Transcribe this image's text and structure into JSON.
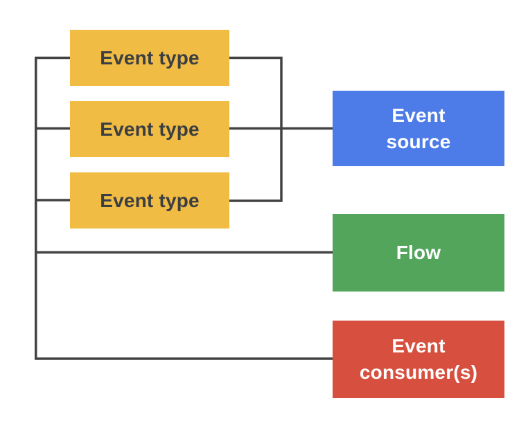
{
  "colors": {
    "background": "#ffffff",
    "connector": "#424242",
    "event_type_fill": "#F0BC44",
    "event_type_text": "#3B3E42",
    "event_source_fill": "#4D7CE8",
    "flow_fill": "#53A55B",
    "event_consumer_fill": "#D7503F",
    "node_text": "#ffffff"
  },
  "diagram": {
    "event_types": [
      "Event type",
      "Event type",
      "Event type"
    ],
    "event_source": {
      "line1": "Event",
      "line2": "source"
    },
    "flow": {
      "label": "Flow"
    },
    "event_consumers": {
      "line1": "Event",
      "line2": "consumer(s)"
    }
  }
}
